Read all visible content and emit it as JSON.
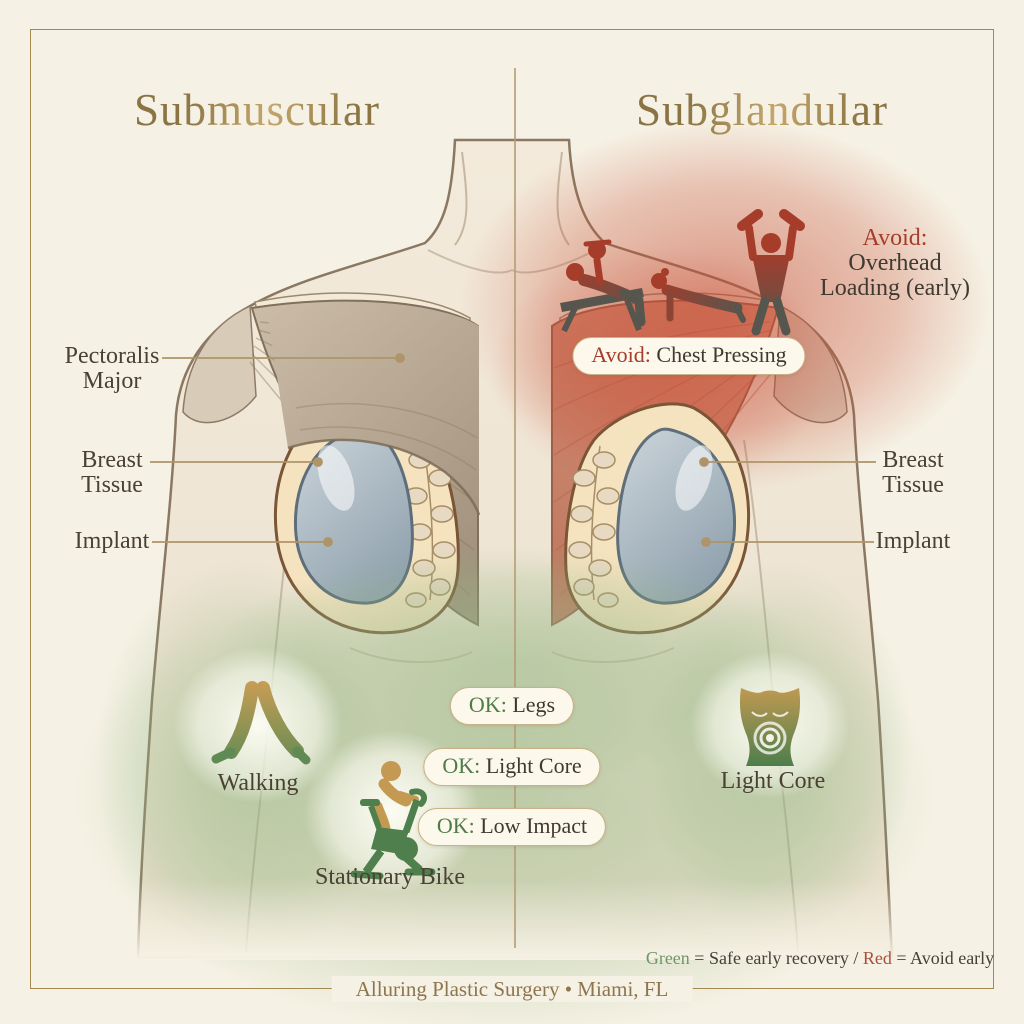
{
  "titles": {
    "left": "Submuscular",
    "right": "Subglandular"
  },
  "anatomy": {
    "left": {
      "pectoralis_line1": "Pectoralis",
      "pectoralis_line2": "Major",
      "breast_line1": "Breast",
      "breast_line2": "Tissue",
      "implant": "Implant"
    },
    "right": {
      "breast_line1": "Breast",
      "breast_line2": "Tissue",
      "implant": "Implant"
    }
  },
  "avoid": {
    "prefix": "Avoid:",
    "overhead_line1": "Overhead",
    "overhead_line2": "Loading (early)",
    "chest_pill_prefix": "Avoid:",
    "chest_pill_label": " Chest Pressing"
  },
  "ok_pills": [
    {
      "prefix": "OK:",
      "label": " Legs"
    },
    {
      "prefix": "OK:",
      "label": " Light Core"
    },
    {
      "prefix": "OK:",
      "label": " Low Impact"
    }
  ],
  "safe_activities": {
    "walking": "Walking",
    "stationary_bike": "Stationary Bike",
    "light_core": "Light Core"
  },
  "legend": {
    "green_word": "Green",
    "green_text": " = Safe early recovery / ",
    "red_word": "Red",
    "red_text": " = Avoid early"
  },
  "footer": {
    "text": "Alluring Plastic Surgery  •  Miami, FL"
  },
  "icons": {
    "bench_press": "bench-press-icon",
    "pushup": "pushup-icon",
    "overhead_press": "overhead-press-icon",
    "walking": "walking-icon",
    "stationary_bike": "stationary-bike-icon",
    "light_core": "light-core-icon"
  },
  "colors": {
    "background": "#f5f1e4",
    "frame_gold": "#a5894f",
    "title_gold": "#97804d",
    "text_dark": "#4a4135",
    "accent_red": "#a63c2a",
    "accent_green": "#4e7c46",
    "legend_green": "#6d9766",
    "legend_red": "#a8503c",
    "pill_background": "#fcf8ec",
    "pill_border": "#c9b188",
    "implant_blue": "#aebcc6",
    "muscle_taupe": "#b7a893",
    "muscle_red": "#cf8a71",
    "leader_line": "#ae9469"
  }
}
